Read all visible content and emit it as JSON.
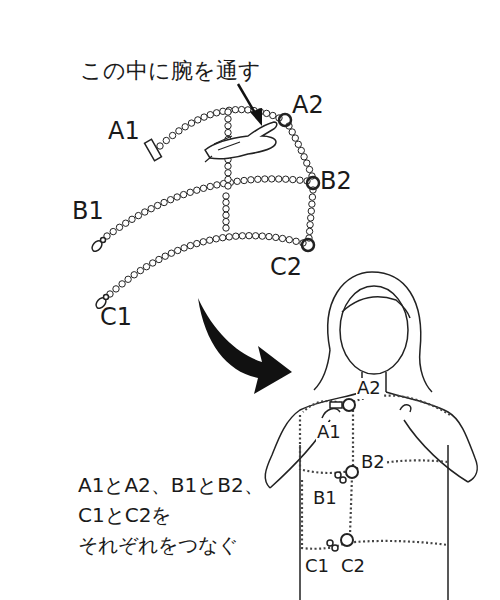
{
  "diagram": {
    "caption": "A1とA2、B1とB2、 C1とC2を それぞれをつなぐ",
    "labels": [
      "この中に腕を通す",
      "A1",
      "A2",
      "B1",
      "B2",
      "C1",
      "C2",
      "A2",
      "A1",
      "B2",
      "B1",
      "C1",
      "C2"
    ]
  }
}
